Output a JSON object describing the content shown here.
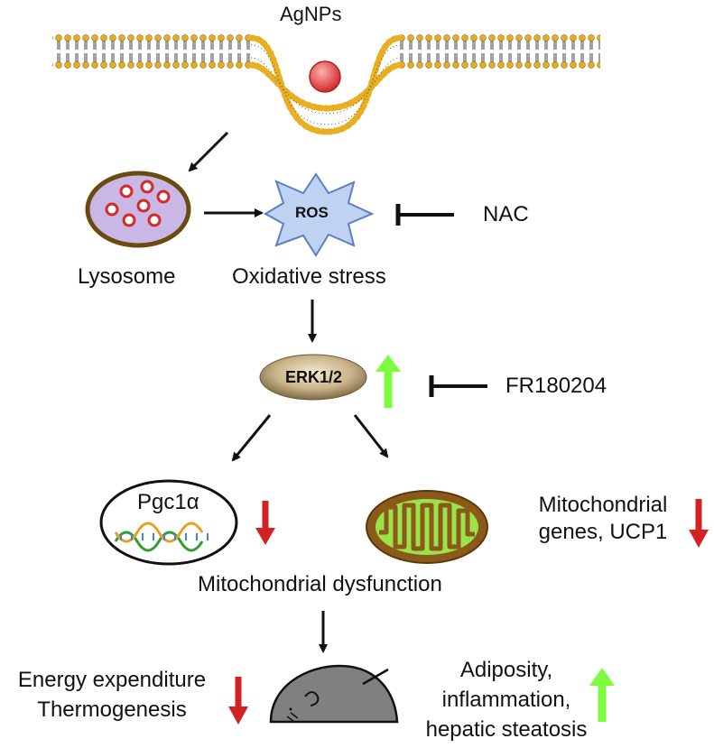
{
  "labels": {
    "agnps": "AgNPs",
    "ros": "ROS",
    "nac": "NAC",
    "lysosome": "Lysosome",
    "oxidative_stress": "Oxidative stress",
    "erk": "ERK1/2",
    "fr": "FR180204",
    "pgc": "Pgc1α",
    "mito_genes_line1": "Mitochondrial",
    "mito_genes_line2": "genes, UCP1",
    "mito_dysfunction": "Mitochondrial dysfunction",
    "energy_line1": "Energy expenditure",
    "energy_line2": "Thermogenesis",
    "adiposity_line1": "Adiposity,",
    "adiposity_line2": "inflammation,",
    "adiposity_line3": "hepatic steatosis"
  },
  "colors": {
    "up_arrow": "#7CFC3C",
    "down_arrow": "#D22222",
    "particle": "#E84848",
    "lipid_head": "#E8B020",
    "ros_fill": "#BFD2F2",
    "erk_fill": "#C9B48A",
    "mito_outer": "#8B5A1A",
    "mito_inner": "#9BE34A",
    "mouse_body": "#808080"
  }
}
